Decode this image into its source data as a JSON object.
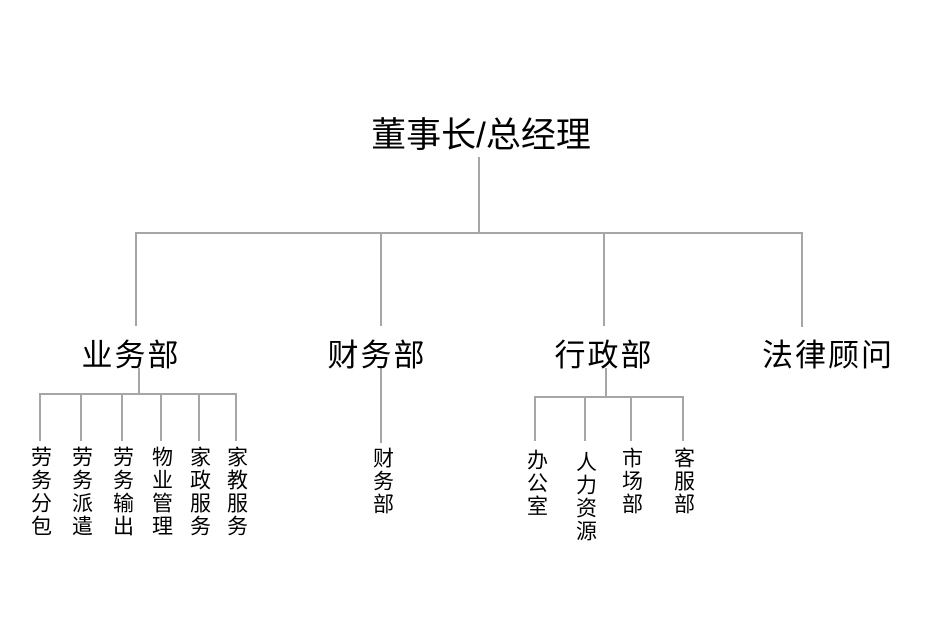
{
  "org_chart": {
    "title": "董事长/总经理",
    "line_color": "#a6a6a6",
    "root": {
      "label": "董事长/总经理"
    },
    "departments": [
      {
        "label": "业务部",
        "children": [
          "劳务分包",
          "劳务派遣",
          "劳务输出",
          "物业管理",
          "家政服务",
          "家教服务"
        ]
      },
      {
        "label": "财务部",
        "children": [
          "财务部"
        ]
      },
      {
        "label": "行政部",
        "children": [
          "办公室",
          "人力资源",
          "市场部",
          "客服部"
        ]
      },
      {
        "label": "法律顾问",
        "children": []
      }
    ]
  }
}
